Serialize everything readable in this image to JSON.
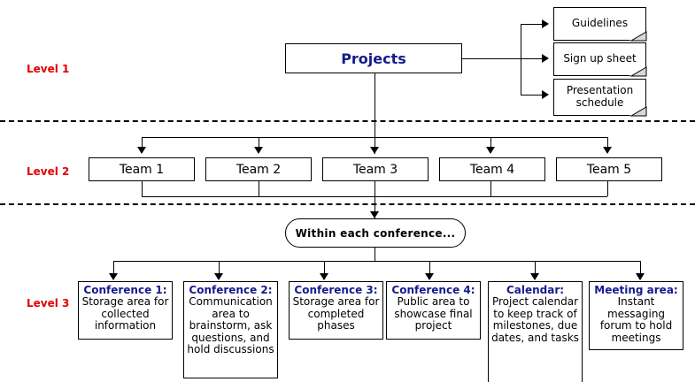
{
  "diagram": {
    "title": "Projects hierarchy diagram",
    "colors": {
      "level_label": "#e00000",
      "heading_text": "#151b8d",
      "body_text": "#000000",
      "line": "#000000",
      "background": "#ffffff"
    },
    "levels": [
      {
        "label": "Level 1"
      },
      {
        "label": "Level 2"
      },
      {
        "label": "Level 3"
      }
    ],
    "root": {
      "label": "Projects"
    },
    "documents": [
      {
        "label": "Guidelines"
      },
      {
        "label": "Sign up sheet"
      },
      {
        "label": "Presentation schedule"
      }
    ],
    "teams": [
      {
        "label": "Team 1"
      },
      {
        "label": "Team 2"
      },
      {
        "label": "Team 3"
      },
      {
        "label": "Team 4"
      },
      {
        "label": "Team 5"
      }
    ],
    "within": {
      "label": "Within each conference..."
    },
    "conferences": [
      {
        "title": "Conference 1:",
        "desc": "Storage area for collected information"
      },
      {
        "title": "Conference 2:",
        "desc": "Communication area to brainstorm, ask questions, and hold discussions"
      },
      {
        "title": "Conference 3:",
        "desc": "Storage area for completed phases"
      },
      {
        "title": "Conference 4:",
        "desc": "Public area to showcase final project"
      },
      {
        "title": "Calendar:",
        "desc": "Project calendar to keep track of milestones, due dates, and tasks"
      },
      {
        "title": "Meeting area:",
        "desc": "Instant messaging forum to hold meetings"
      }
    ]
  }
}
